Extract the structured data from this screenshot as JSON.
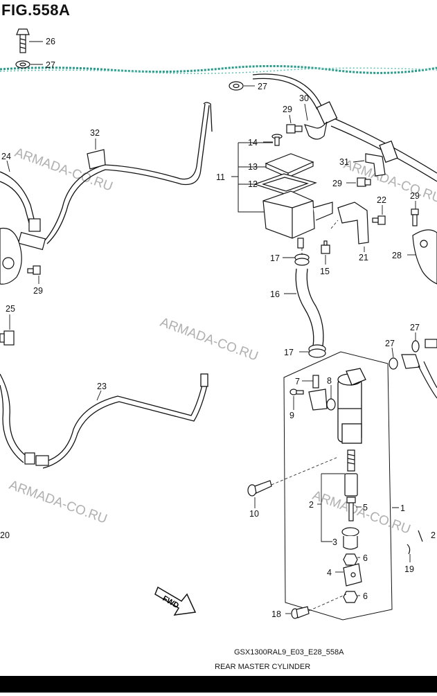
{
  "figure": {
    "title": "FIG.558A",
    "watermark": "ARMADA-CO.RU",
    "footer_code": "GSX1300RAL9_E03_E28_558A",
    "footer_name": "REAR MASTER CYLINDER",
    "direction_label": "FWD"
  },
  "callouts": [
    "26",
    "27",
    "27",
    "30",
    "29",
    "32",
    "14",
    "24",
    "13",
    "31",
    "11",
    "12",
    "29",
    "22",
    "29",
    "28",
    "21",
    "17",
    "15",
    "29",
    "16",
    "25",
    "27",
    "27",
    "17",
    "7",
    "8",
    "9",
    "23",
    "1",
    "2",
    "5",
    "10",
    "3",
    "6",
    "4",
    "6",
    "19",
    "18",
    "20",
    "2"
  ],
  "colors": {
    "line": "#111111",
    "watermark": "#b0b0b0",
    "band": "#2a9a8a"
  }
}
